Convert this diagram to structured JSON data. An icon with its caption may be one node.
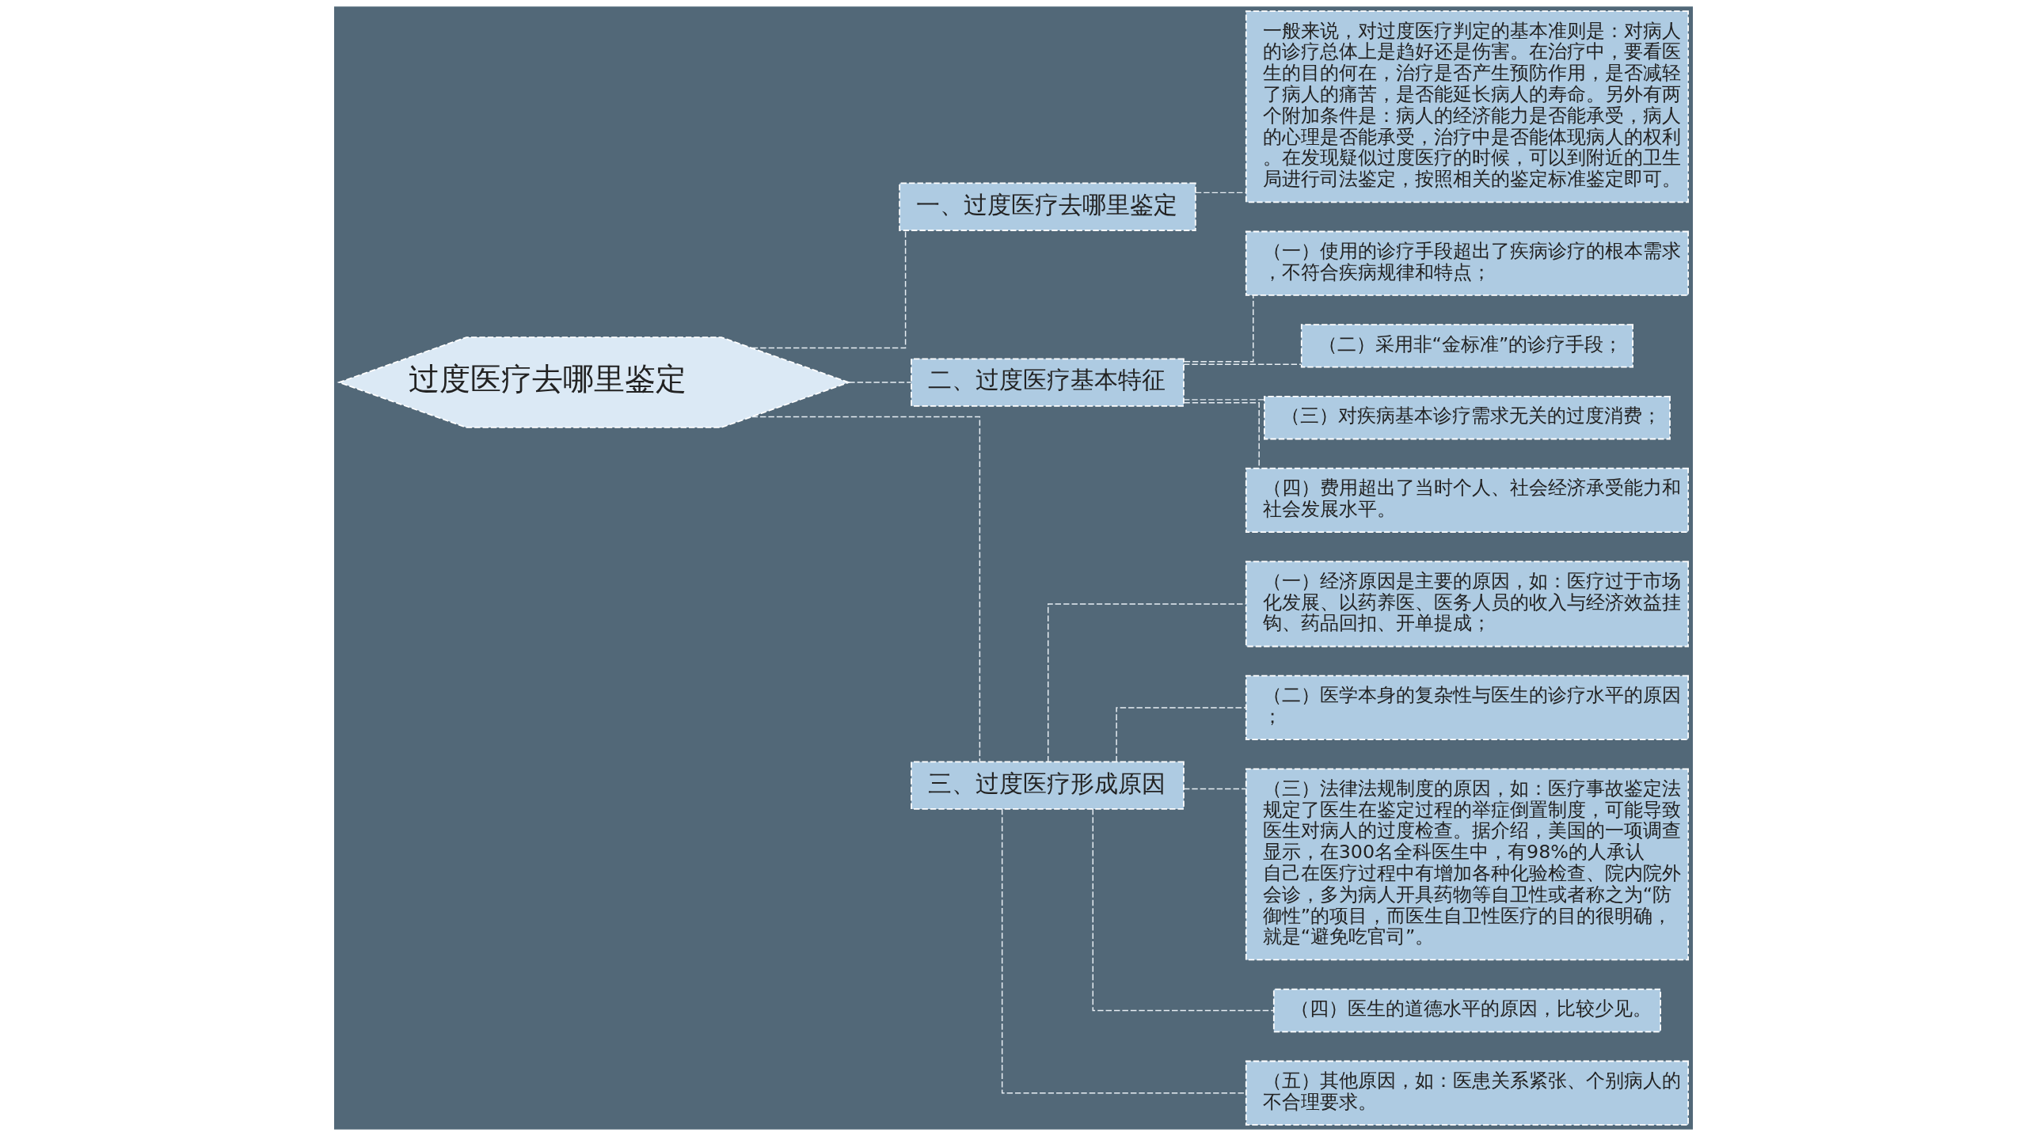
{
  "diagram": {
    "nodes": [
      {
        "text": [
          "过度医疗去哪里鉴定"
        ]
      },
      {
        "text": [
          "一、过度医疗去哪里鉴定"
        ]
      },
      {
        "text": [
          "一般来说，对过度医疗判定的基本准则是：对病人的诊疗总体上是趋好还是伤害。在治疗中，要看医生的目的何在，治疗是否产生预防作用，是否减轻了病人的痛苦，是否能延长病人的寿命。另外有两个附加条件是：病人的经济能力是否能承受，病人的心理是否能承受，治疗中是否能体现病人的权利。在发现疑似过度医疗的时候，可以到附近的卫生局进行司法鉴定，按照相关的鉴定标准鉴定即可。"
        ]
      },
      {
        "text": [
          "二、过度医疗基本特征"
        ]
      },
      {
        "text": [
          "（一）使用的诊疗手段超出了疾病诊疗的根本需求，不符合疾病规律和特点；"
        ]
      },
      {
        "text": [
          "（二）采用非“金标准”的诊疗手段；"
        ]
      },
      {
        "text": [
          "（三）对疾病基本诊疗需求无关的过度消费；"
        ]
      },
      {
        "text": [
          "（四）费用超出了当时个人、社会经济承受能力和社会发展水平。"
        ]
      },
      {
        "text": [
          "三、过度医疗形成原因"
        ]
      },
      {
        "text": [
          "（一）经济原因是主要的原因，如：医疗过于市场化发展、以药养医、医务人员的收入与经济效益挂钩、药品回扣、开单提成；"
        ]
      },
      {
        "text": [
          "（二）医学本身的复杂性与医生的诊疗水平的原因；"
        ]
      },
      {
        "text": [
          "（三）法律法规制度的原因，如：医疗事故鉴定法规定了医生在鉴定过程的举症倒置制度，可能导致医生对病人的过度检查。据介绍，美国的一项调查显示，在300名全科医生中，有98%的人承认自己在医疗过程中有增加各种化验检查、院内院外会诊，多为病人开具药物等自卫性或者称之为“防御性”的项目，而医生自卫性医疗的目的很明确，就是“避免吃官司”。"
        ]
      },
      {
        "text": [
          "（四）医生的道德水平的原因，比较少见。"
        ]
      },
      {
        "text": [
          "（五）其他原因，如：医患关系紧张、个别病人的不合理要求。"
        ]
      }
    ],
    "edges": [
      {
        "from": 0,
        "to": 1,
        "arrow": "none",
        "style": "dashed"
      },
      {
        "from": 1,
        "to": 2,
        "arrow": "none",
        "style": "dashed"
      },
      {
        "from": 0,
        "to": 3,
        "arrow": "none",
        "style": "dashed"
      },
      {
        "from": 3,
        "to": 4,
        "arrow": "none",
        "style": "dashed"
      },
      {
        "from": 3,
        "to": 5,
        "arrow": "none",
        "style": "dashed"
      },
      {
        "from": 3,
        "to": 6,
        "arrow": "none",
        "style": "dashed"
      },
      {
        "from": 3,
        "to": 7,
        "arrow": "none",
        "style": "dashed"
      },
      {
        "from": 0,
        "to": 8,
        "arrow": "none",
        "style": "dashed"
      },
      {
        "from": 8,
        "to": 9,
        "arrow": "none",
        "style": "dashed"
      },
      {
        "from": 8,
        "to": 10,
        "arrow": "none",
        "style": "dashed"
      },
      {
        "from": 8,
        "to": 11,
        "arrow": "none",
        "style": "dashed"
      },
      {
        "from": 8,
        "to": 12,
        "arrow": "none",
        "style": "dashed"
      },
      {
        "from": 8,
        "to": 13,
        "arrow": "none",
        "style": "dashed"
      }
    ]
  }
}
